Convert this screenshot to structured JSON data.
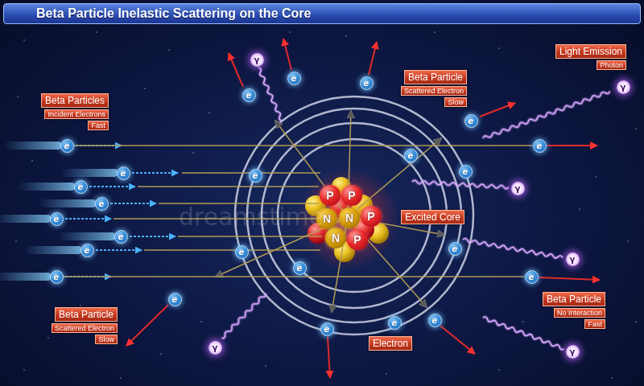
{
  "diagram": {
    "title": "Beta Particle Inelastic Scattering on the Core",
    "nodes": [
      {
        "text": [
          "Beta Particles",
          "Incident Electrons",
          "Fast"
        ]
      },
      {
        "text": [
          "Beta Particle",
          "Scattered Electron",
          "Slow"
        ]
      },
      {
        "text": [
          "Light Emission",
          "Photon"
        ]
      },
      {
        "text": [
          "Excited Core"
        ]
      },
      {
        "text": [
          "Beta Particle",
          "Scattered Electron",
          "Slow"
        ]
      },
      {
        "text": [
          "Beta Particle",
          "No Interaction",
          "Fast"
        ]
      },
      {
        "text": [
          "Electron"
        ]
      },
      {
        "text": [
          "γ"
        ]
      },
      {
        "text": [
          "γ"
        ]
      },
      {
        "text": [
          "e"
        ]
      },
      {
        "text": [
          "e"
        ]
      },
      {
        "text": [
          "e"
        ]
      },
      {
        "text": [
          "e"
        ]
      },
      {
        "text": [
          "e"
        ]
      },
      {
        "text": [
          "e"
        ]
      },
      {
        "text": [
          "e"
        ]
      },
      {
        "text": [
          "e"
        ]
      },
      {
        "text": [
          "e"
        ]
      },
      {
        "text": [
          "e"
        ]
      },
      {
        "text": [
          "e"
        ]
      },
      {
        "text": [
          "γ"
        ]
      },
      {
        "text": [
          "P"
        ]
      },
      {
        "text": [
          "P"
        ]
      },
      {
        "text": [
          "e"
        ]
      },
      {
        "text": [
          "P"
        ]
      },
      {
        "text": [
          "N"
        ]
      },
      {
        "text": [
          "N"
        ]
      },
      {
        "text": [
          "e"
        ]
      },
      {
        "text": [
          "N"
        ]
      },
      {
        "text": [
          "P"
        ]
      },
      {
        "text": [
          "e"
        ]
      },
      {
        "text": [
          "e"
        ]
      },
      {
        "text": [
          "e"
        ]
      },
      {
        "text": [
          "e"
        ]
      },
      {
        "text": [
          "γ"
        ]
      },
      {
        "text": [
          "e"
        ]
      },
      {
        "text": [
          "e"
        ]
      },
      {
        "text": [
          "e"
        ]
      },
      {
        "text": [
          "e"
        ]
      },
      {
        "text": [
          "e"
        ]
      },
      {
        "text": [
          "e"
        ]
      },
      {
        "text": [
          "e"
        ]
      },
      {
        "text": [
          "γ"
        ]
      },
      {
        "text": [
          "γ"
        ]
      }
    ],
    "edges": [
      {
        "from": 13,
        "to": 14,
        "arrow": "none"
      },
      {
        "from": 36,
        "to": 37,
        "arrow": "none"
      }
    ],
    "labels": [
      "dreamstime"
    ]
  }
}
